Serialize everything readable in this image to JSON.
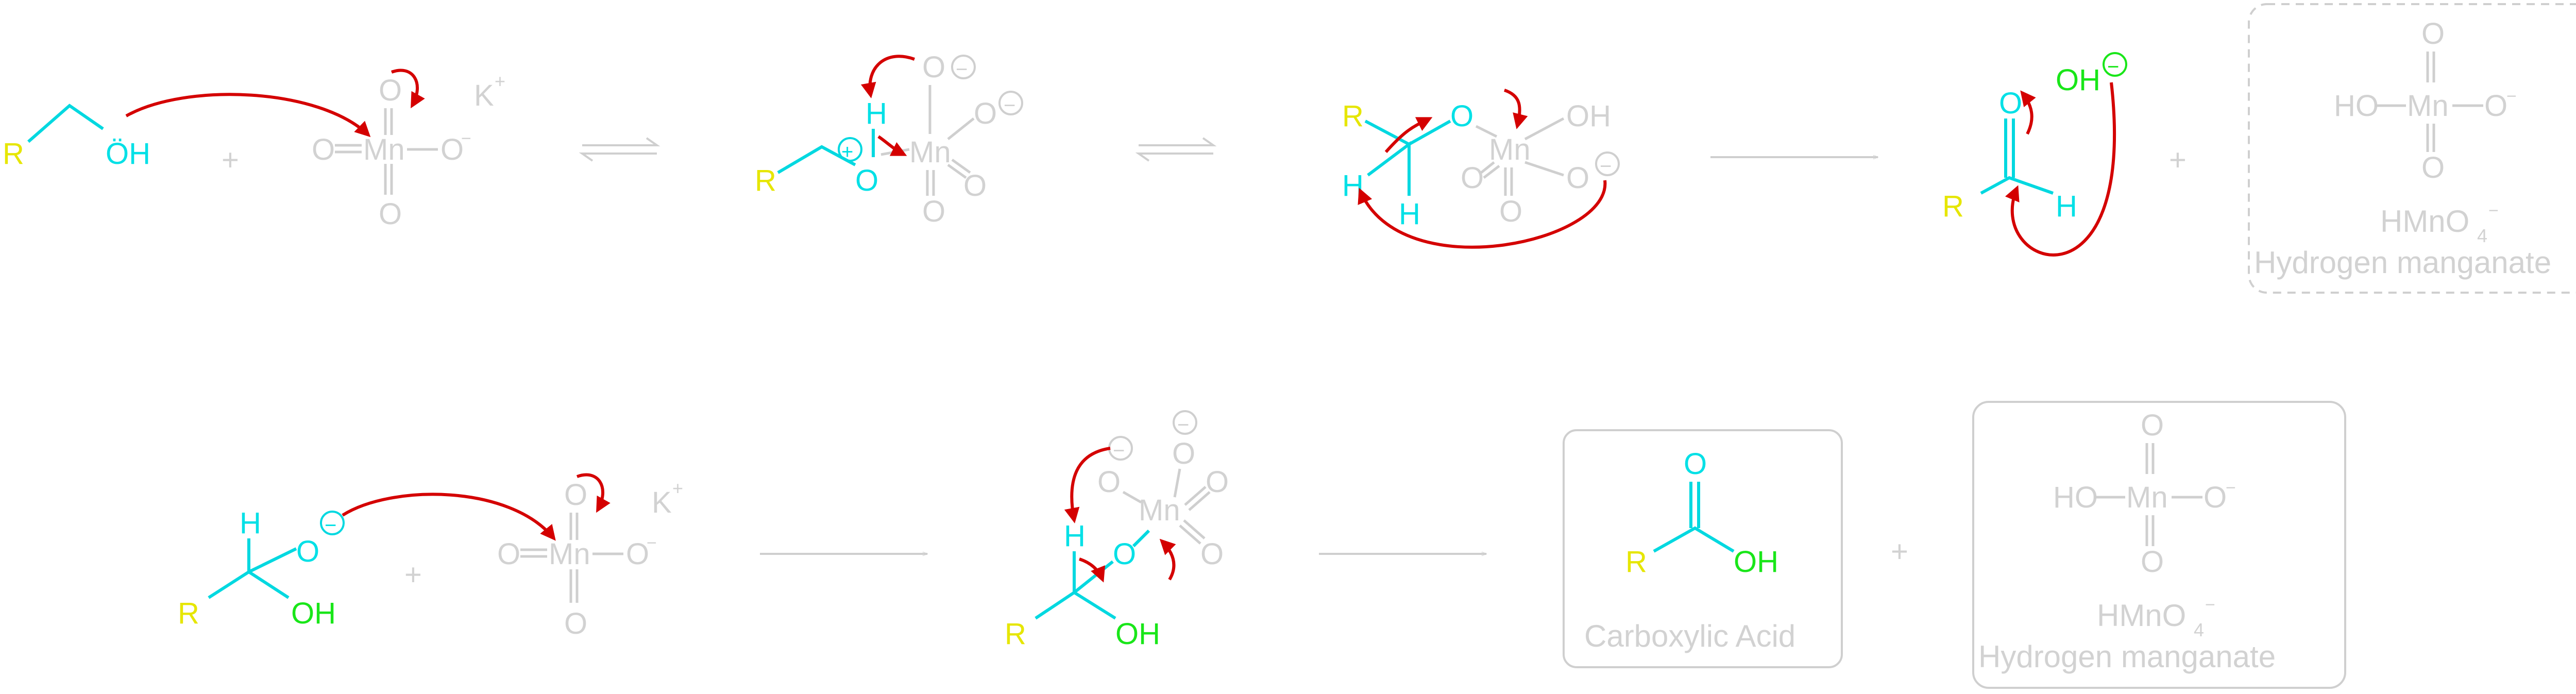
{
  "atoms": {
    "R": "R",
    "OH": "OH",
    "OH_lone": "ÖH",
    "O": "O",
    "H": "H",
    "Mn": "Mn",
    "K": "K",
    "HO": "HO",
    "plus_sign": "+",
    "minus_sign": "−",
    "superscript_plus": "+",
    "superscript_minus": "−",
    "subscript_4": "4"
  },
  "labels": {
    "plus": "+",
    "hmno4_formula": "HMnO",
    "hmno4_name": "Hydrogen manganate",
    "carboxylic_acid": "Carboxylic Acid"
  },
  "colors": {
    "R_group": "#e6e600",
    "carbon_chain": "#00e0e6",
    "hydroxyl": "#19e619",
    "arrow": "#d40000",
    "reagent": "#d2d2d2"
  }
}
